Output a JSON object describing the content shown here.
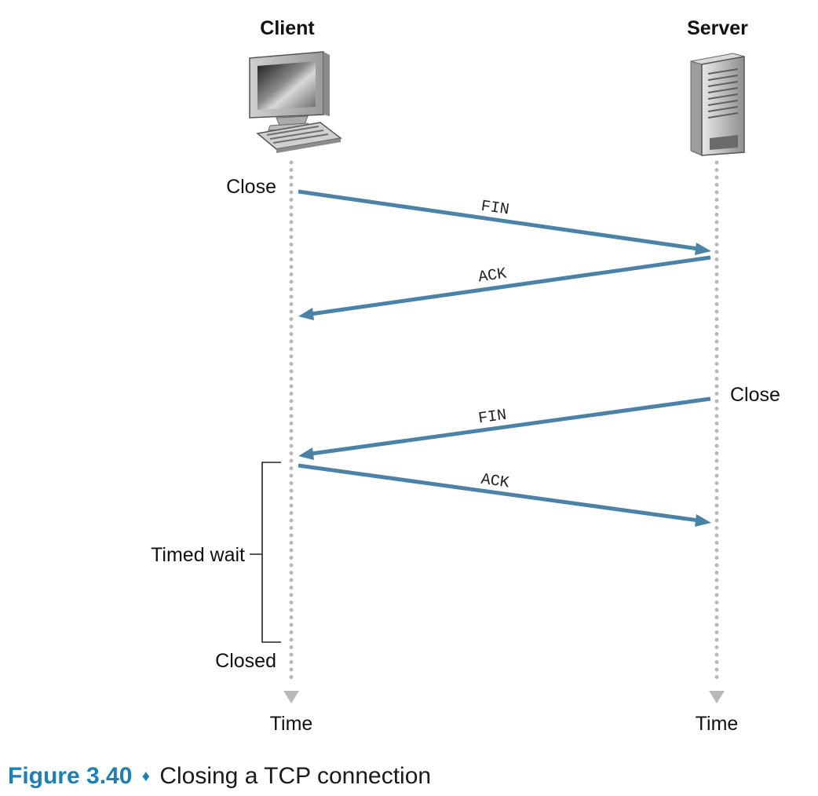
{
  "hosts": {
    "client": {
      "label": "Client",
      "icon": "desktop-computer-icon"
    },
    "server": {
      "label": "Server",
      "icon": "server-tower-icon"
    }
  },
  "events": {
    "client_close": "Close",
    "server_close": "Close",
    "client_closed": "Closed",
    "timed_wait": "Timed wait"
  },
  "messages": [
    {
      "label": "FIN",
      "from": "client",
      "to": "server"
    },
    {
      "label": "ACK",
      "from": "server",
      "to": "client"
    },
    {
      "label": "FIN",
      "from": "server",
      "to": "client"
    },
    {
      "label": "ACK",
      "from": "client",
      "to": "server"
    }
  ],
  "axis": {
    "client_label": "Time",
    "server_label": "Time"
  },
  "caption": {
    "figure_number": "Figure 3.40",
    "separator": "♦",
    "text": "Closing a TCP connection"
  },
  "colors": {
    "arrow": "#4a82a8",
    "timeline": "#b9b9b9",
    "caption_accent": "#1f7fb2"
  }
}
